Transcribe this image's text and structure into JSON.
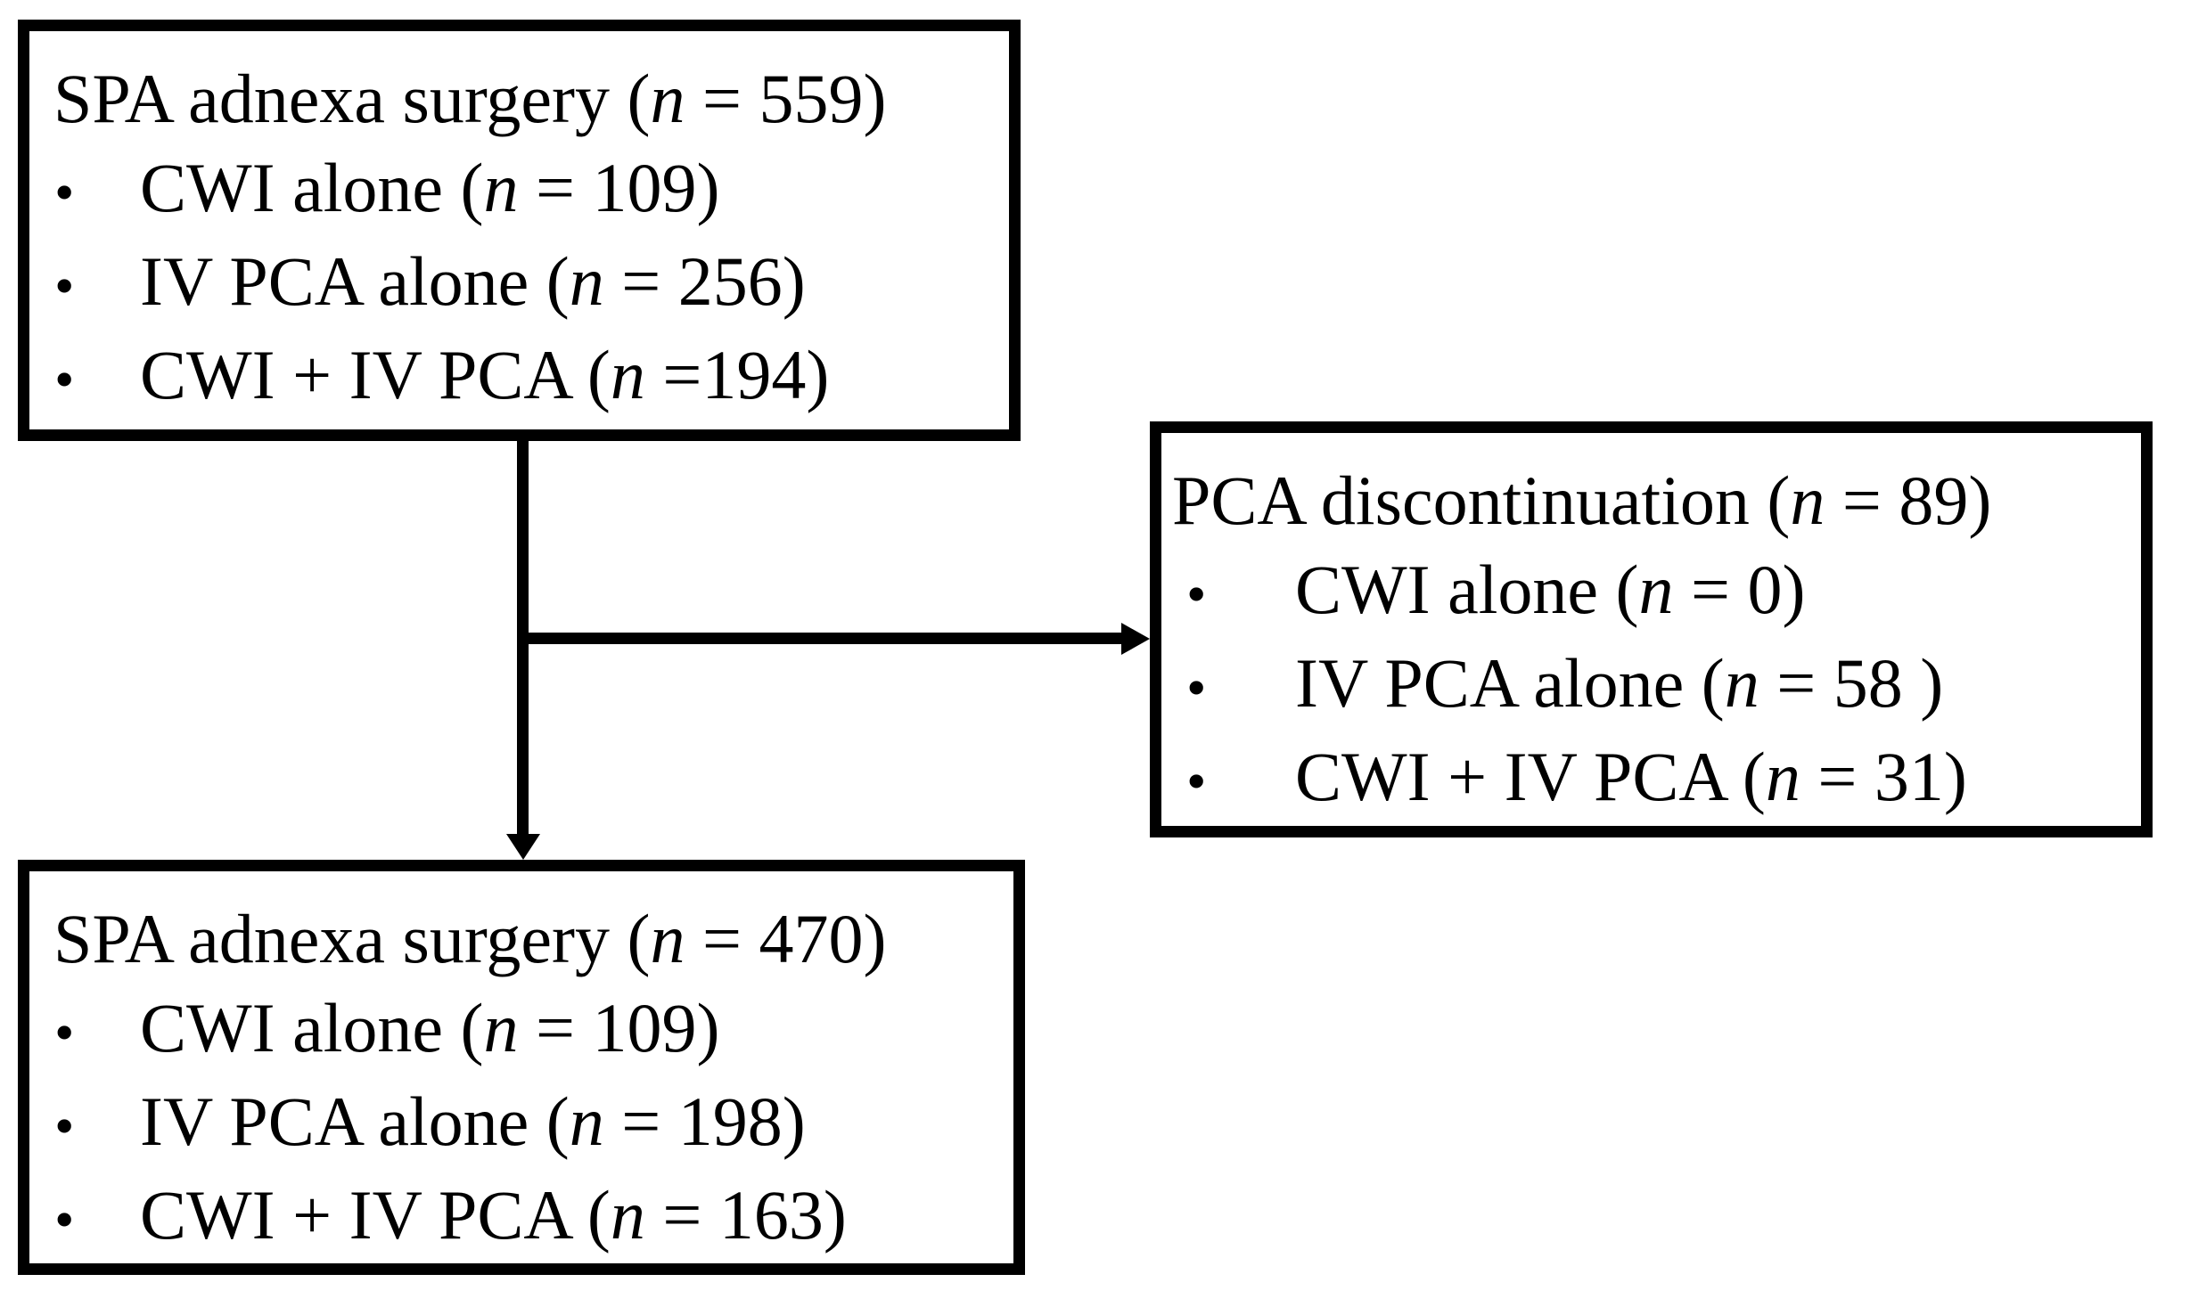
{
  "glyphs": {
    "bullet": "•"
  },
  "colors": {
    "line": "#000000",
    "text": "#000000",
    "background": "#ffffff"
  },
  "diagram": {
    "type": "flowchart",
    "boxes": {
      "top": {
        "title": {
          "pre": "SPA adnexa surgery (",
          "var": "n",
          "post": " = 559)"
        },
        "items": [
          {
            "pre": "CWI alone (",
            "var": "n",
            "post": " = 109)"
          },
          {
            "pre": "IV PCA alone (",
            "var": "n",
            "post": " = 256)"
          },
          {
            "pre": "CWI + IV PCA (",
            "var": "n",
            "post": " =194)"
          }
        ]
      },
      "right": {
        "title": {
          "pre": "PCA discontinuation (",
          "var": "n",
          "post": " = 89)"
        },
        "items": [
          {
            "pre": "CWI alone (",
            "var": "n",
            "post": " = 0)"
          },
          {
            "pre": "IV PCA alone (",
            "var": "n",
            "post": " = 58 )"
          },
          {
            "pre": "CWI + IV PCA (",
            "var": "n",
            "post": " = 31)"
          }
        ]
      },
      "bottom": {
        "title": {
          "pre": "SPA adnexa surgery (",
          "var": "n",
          "post": " = 470)"
        },
        "items": [
          {
            "pre": "CWI alone (",
            "var": "n",
            "post": " = 109)"
          },
          {
            "pre": "IV PCA alone (",
            "var": "n",
            "post": " = 198)"
          },
          {
            "pre": "CWI + IV PCA (",
            "var": "n",
            "post": " = 163)"
          }
        ]
      }
    },
    "edges": [
      {
        "from": "top",
        "to": "bottom",
        "style": "arrow"
      },
      {
        "from": "top",
        "to": "right",
        "style": "arrow"
      }
    ]
  }
}
